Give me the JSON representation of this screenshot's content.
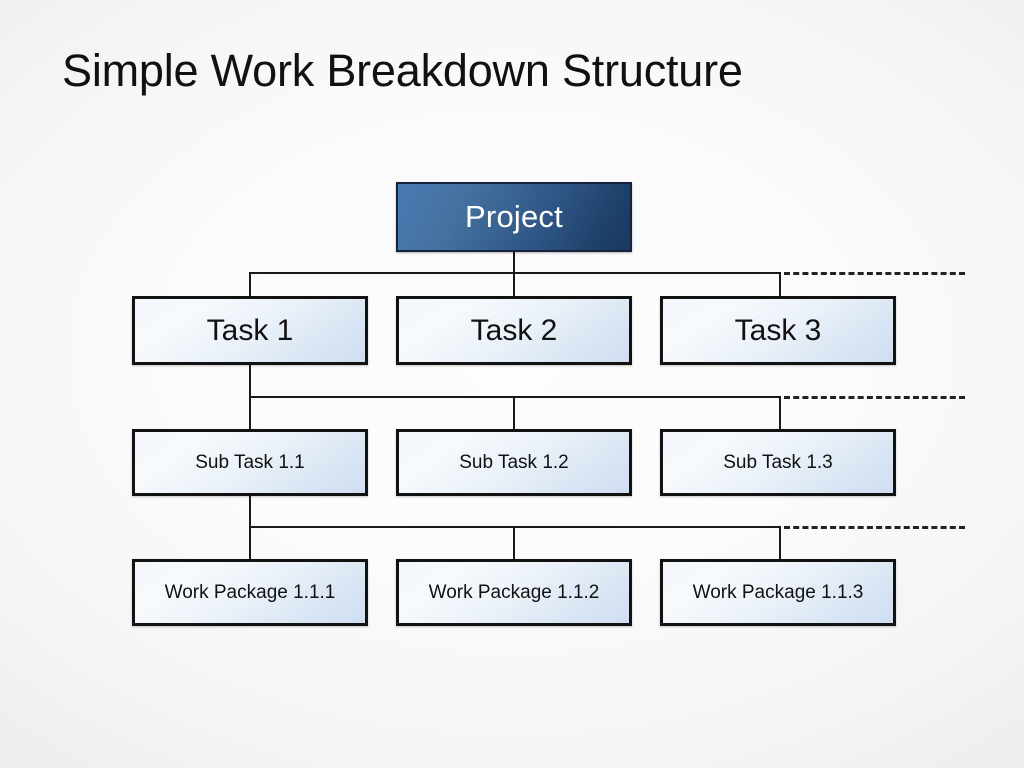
{
  "slide": {
    "title": "Simple Work Breakdown Structure",
    "background_center": "#fdfdfd",
    "background_edge": "#e2e2e2"
  },
  "theme": {
    "root_fill_light": "#4a7ab4",
    "root_fill_dark": "#1d3f68",
    "root_border": "#15233c",
    "root_text": "#ffffff",
    "node_fill_light": "#f7fafd",
    "node_fill_dark": "#cfdef0",
    "node_border": "#121212",
    "node_text": "#111111",
    "connector_color": "#1a1a1a"
  },
  "diagram": {
    "type": "work-breakdown-structure",
    "levels": 4,
    "root": {
      "id": "project",
      "label": "Project"
    },
    "level1": {
      "name": "tasks",
      "nodes": [
        {
          "id": "task-1",
          "label": "Task 1"
        },
        {
          "id": "task-2",
          "label": "Task 2"
        },
        {
          "id": "task-3",
          "label": "Task 3"
        }
      ],
      "continues": true
    },
    "level2": {
      "name": "sub-tasks",
      "parent": "task-1",
      "nodes": [
        {
          "id": "sub-task-1-1",
          "label": "Sub Task 1.1"
        },
        {
          "id": "sub-task-1-2",
          "label": "Sub Task 1.2"
        },
        {
          "id": "sub-task-1-3",
          "label": "Sub Task 1.3"
        }
      ],
      "continues": true
    },
    "level3": {
      "name": "work-packages",
      "parent": "sub-task-1-1",
      "nodes": [
        {
          "id": "work-package-1-1-1",
          "label": "Work Package 1.1.1"
        },
        {
          "id": "work-package-1-1-2",
          "label": "Work Package 1.1.2"
        },
        {
          "id": "work-package-1-1-3",
          "label": "Work Package 1.1.3"
        }
      ],
      "continues": true
    }
  }
}
